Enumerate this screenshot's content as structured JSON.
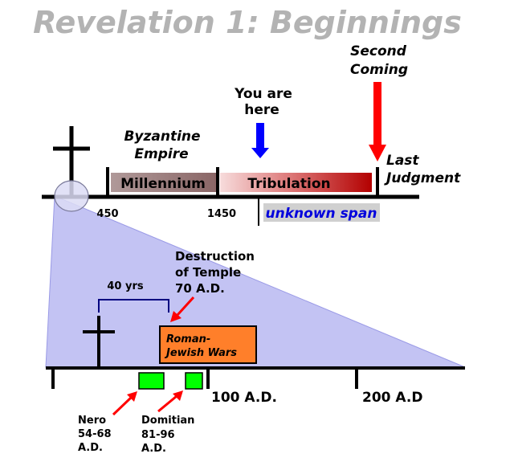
{
  "title": "Revelation 1: Beginnings",
  "upper_timeline": {
    "periods": {
      "millennium": "Millennium",
      "tribulation": "Tribulation",
      "unknown_span": "unknown span"
    },
    "labels": {
      "byzantine_line1": "Byzantine",
      "byzantine_line2": "Empire",
      "you_are_here_line1": "You are",
      "you_are_here_line2": "here",
      "second_coming_line1": "Second",
      "second_coming_line2": "Coming",
      "last_judgment_line1": "Last",
      "last_judgment_line2": "Judgment"
    },
    "ticks": {
      "t450": "450",
      "t1450": "1450"
    }
  },
  "lower_timeline": {
    "span_label": "40 yrs",
    "destruction_line1": "Destruction",
    "destruction_line2": "of Temple",
    "destruction_line3": "70 A.D.",
    "wars_line1": "Roman-",
    "wars_line2": "Jewish Wars",
    "tick_100": "100 A.D.",
    "tick_200": "200 A.D",
    "nero_line1": "Nero",
    "nero_line2": "54-68",
    "nero_line3": "A.D.",
    "domitian_line1": "Domitian",
    "domitian_line2": "81-96",
    "domitian_line3": "A.D."
  },
  "colors": {
    "title": "#b3b3b3",
    "you_are_here_arrow": "#0000ff",
    "second_coming_arrow": "#ff0000",
    "zoom_wedge": "#c3c3f3",
    "wars_box": "#ff7f2a",
    "emperor_box": "#00ff00",
    "unknown_span_text": "#0000dd",
    "unknown_span_bg": "#d0d0d0"
  }
}
